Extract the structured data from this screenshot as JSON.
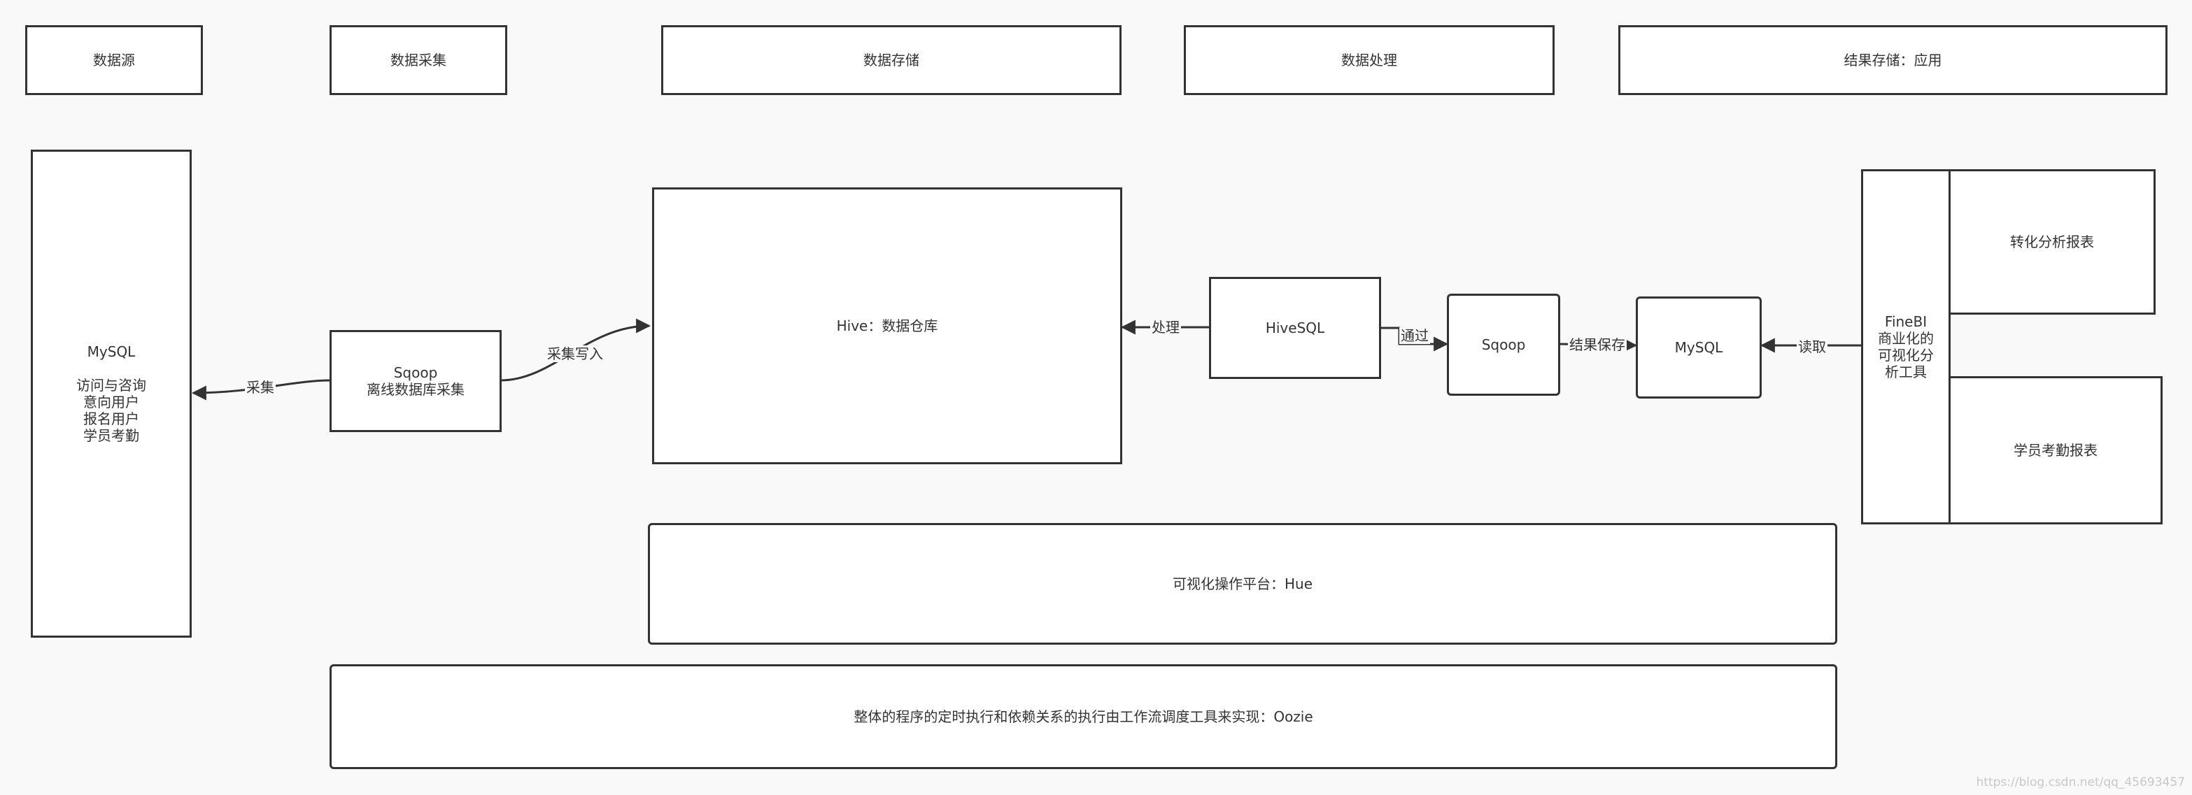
{
  "headers": {
    "source": "数据源",
    "collect": "数据采集",
    "storage": "数据存储",
    "process": "数据处理",
    "result": "结果存储：应用"
  },
  "nodes": {
    "mysql_source": {
      "title": "MySQL",
      "lines": [
        "访问与咨询",
        "意向用户",
        "报名用户",
        "学员考勤"
      ]
    },
    "sqoop_collect": {
      "lines": [
        "Sqoop",
        "离线数据库采集"
      ]
    },
    "hive": "Hive：数据仓库",
    "hivesql": "HiveSQL",
    "sqoop_export": "Sqoop",
    "mysql_result": "MySQL",
    "finebi": {
      "lines": [
        "FineBI",
        "商业化的",
        "可视化分",
        "析工具"
      ]
    },
    "report_conversion": "转化分析报表",
    "report_attendance": "学员考勤报表",
    "hue": "可视化操作平台：Hue",
    "oozie": "整体的程序的定时执行和依赖关系的执行由工作流调度工具来实现：Oozie"
  },
  "edges": {
    "collect": "采集",
    "collect_write": "采集写入",
    "process": "处理",
    "via": "通过",
    "result_save": "结果保存",
    "read": "读取"
  },
  "watermark": "https://blog.csdn.net/qq_45693457",
  "colors": {
    "stroke": "#333333",
    "background": "#f9f9f9",
    "box_fill": "#ffffff"
  }
}
